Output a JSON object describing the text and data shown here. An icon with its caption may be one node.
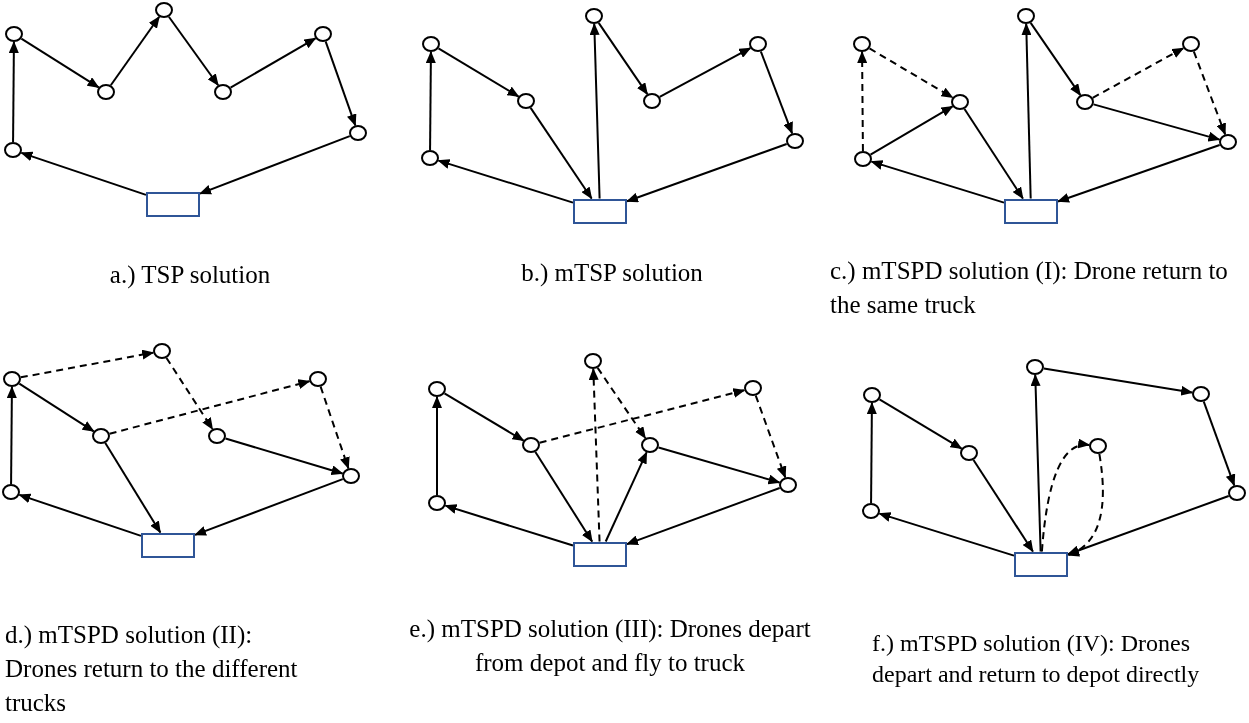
{
  "diagram": {
    "nodes": [
      {
        "text": [],
        "shape": "box"
      },
      {
        "text": [],
        "shape": "circle"
      },
      {
        "text": [],
        "shape": "circle"
      },
      {
        "text": [],
        "shape": "circle"
      },
      {
        "text": [],
        "shape": "circle"
      },
      {
        "text": [],
        "shape": "circle"
      },
      {
        "text": [],
        "shape": "circle"
      },
      {
        "text": [],
        "shape": "circle"
      },
      {
        "text": [],
        "shape": "box"
      },
      {
        "text": [],
        "shape": "circle"
      },
      {
        "text": [],
        "shape": "circle"
      },
      {
        "text": [],
        "shape": "circle"
      },
      {
        "text": [],
        "shape": "circle"
      },
      {
        "text": [],
        "shape": "circle"
      },
      {
        "text": [],
        "shape": "circle"
      },
      {
        "text": [],
        "shape": "circle"
      },
      {
        "text": [],
        "shape": "box"
      },
      {
        "text": [],
        "shape": "circle"
      },
      {
        "text": [],
        "shape": "circle"
      },
      {
        "text": [],
        "shape": "circle"
      },
      {
        "text": [],
        "shape": "circle"
      },
      {
        "text": [],
        "shape": "circle"
      },
      {
        "text": [],
        "shape": "circle"
      },
      {
        "text": [],
        "shape": "circle"
      },
      {
        "text": [],
        "shape": "box"
      },
      {
        "text": [],
        "shape": "circle"
      },
      {
        "text": [],
        "shape": "circle"
      },
      {
        "text": [],
        "shape": "circle"
      },
      {
        "text": [],
        "shape": "circle"
      },
      {
        "text": [],
        "shape": "circle"
      },
      {
        "text": [],
        "shape": "circle"
      },
      {
        "text": [],
        "shape": "circle"
      },
      {
        "text": [],
        "shape": "box"
      },
      {
        "text": [],
        "shape": "circle"
      },
      {
        "text": [],
        "shape": "circle"
      },
      {
        "text": [],
        "shape": "circle"
      },
      {
        "text": [],
        "shape": "circle"
      },
      {
        "text": [],
        "shape": "circle"
      },
      {
        "text": [],
        "shape": "circle"
      },
      {
        "text": [],
        "shape": "circle"
      },
      {
        "text": [],
        "shape": "box"
      },
      {
        "text": [],
        "shape": "circle"
      },
      {
        "text": [],
        "shape": "circle"
      },
      {
        "text": [],
        "shape": "circle"
      },
      {
        "text": [],
        "shape": "circle"
      },
      {
        "text": [],
        "shape": "circle"
      },
      {
        "text": [],
        "shape": "circle"
      },
      {
        "text": [],
        "shape": "circle"
      }
    ],
    "edges": [
      {
        "from": 0,
        "to": 1,
        "arrow": "to"
      },
      {
        "from": 1,
        "to": 2,
        "arrow": "to"
      },
      {
        "from": 2,
        "to": 3,
        "arrow": "to"
      },
      {
        "from": 3,
        "to": 4,
        "arrow": "to"
      },
      {
        "from": 4,
        "to": 5,
        "arrow": "to"
      },
      {
        "from": 5,
        "to": 6,
        "arrow": "to"
      },
      {
        "from": 6,
        "to": 7,
        "arrow": "to"
      },
      {
        "from": 7,
        "to": 0,
        "arrow": "to"
      },
      {
        "from": 8,
        "to": 9,
        "arrow": "to"
      },
      {
        "from": 9,
        "to": 10,
        "arrow": "to"
      },
      {
        "from": 10,
        "to": 11,
        "arrow": "to"
      },
      {
        "from": 11,
        "to": 8,
        "arrow": "to"
      },
      {
        "from": 8,
        "to": 12,
        "arrow": "to"
      },
      {
        "from": 12,
        "to": 13,
        "arrow": "to"
      },
      {
        "from": 13,
        "to": 14,
        "arrow": "to"
      },
      {
        "from": 14,
        "to": 15,
        "arrow": "to"
      },
      {
        "from": 15,
        "to": 8,
        "arrow": "to"
      },
      {
        "from": 16,
        "to": 18,
        "arrow": "to"
      },
      {
        "from": 18,
        "to": 19,
        "arrow": "to"
      },
      {
        "from": 18,
        "to": 17,
        "arrow": "to",
        "style": "dashed"
      },
      {
        "from": 17,
        "to": 19,
        "arrow": "to",
        "style": "dashed"
      },
      {
        "from": 19,
        "to": 16,
        "arrow": "to"
      },
      {
        "from": 16,
        "to": 20,
        "arrow": "to"
      },
      {
        "from": 20,
        "to": 21,
        "arrow": "to"
      },
      {
        "from": 21,
        "to": 22,
        "arrow": "to",
        "style": "dashed"
      },
      {
        "from": 22,
        "to": 23,
        "arrow": "to",
        "style": "dashed"
      },
      {
        "from": 21,
        "to": 23,
        "arrow": "to"
      },
      {
        "from": 23,
        "to": 16,
        "arrow": "to"
      },
      {
        "from": 24,
        "to": 26,
        "arrow": "to"
      },
      {
        "from": 26,
        "to": 25,
        "arrow": "to"
      },
      {
        "from": 25,
        "to": 27,
        "arrow": "to"
      },
      {
        "from": 25,
        "to": 28,
        "arrow": "to",
        "style": "dashed"
      },
      {
        "from": 28,
        "to": 29,
        "arrow": "to",
        "style": "dashed"
      },
      {
        "from": 27,
        "to": 30,
        "arrow": "to",
        "style": "dashed"
      },
      {
        "from": 30,
        "to": 31,
        "arrow": "to",
        "style": "dashed"
      },
      {
        "from": 29,
        "to": 31,
        "arrow": "to"
      },
      {
        "from": 27,
        "to": 24,
        "arrow": "to"
      },
      {
        "from": 31,
        "to": 24,
        "arrow": "to"
      },
      {
        "from": 32,
        "to": 34,
        "arrow": "to"
      },
      {
        "from": 34,
        "to": 33,
        "arrow": "to"
      },
      {
        "from": 33,
        "to": 35,
        "arrow": "to"
      },
      {
        "from": 35,
        "to": 32,
        "arrow": "to"
      },
      {
        "from": 35,
        "to": 38,
        "arrow": "to",
        "style": "dashed"
      },
      {
        "from": 32,
        "to": 36,
        "arrow": "to",
        "style": "dashed"
      },
      {
        "from": 36,
        "to": 37,
        "arrow": "to",
        "style": "dashed"
      },
      {
        "from": 32,
        "to": 37,
        "arrow": "to"
      },
      {
        "from": 37,
        "to": 39,
        "arrow": "to"
      },
      {
        "from": 38,
        "to": 39,
        "arrow": "to",
        "style": "dashed"
      },
      {
        "from": 39,
        "to": 32,
        "arrow": "to"
      },
      {
        "from": 40,
        "to": 42,
        "arrow": "to"
      },
      {
        "from": 42,
        "to": 41,
        "arrow": "to"
      },
      {
        "from": 41,
        "to": 43,
        "arrow": "to"
      },
      {
        "from": 43,
        "to": 40,
        "arrow": "to"
      },
      {
        "from": 40,
        "to": 44,
        "arrow": "to"
      },
      {
        "from": 44,
        "to": 46,
        "arrow": "to"
      },
      {
        "from": 46,
        "to": 47,
        "arrow": "to"
      },
      {
        "from": 47,
        "to": 40,
        "arrow": "to"
      },
      {
        "from": 40,
        "to": 45,
        "arrow": "to",
        "style": "dashed"
      },
      {
        "from": 45,
        "to": 40,
        "arrow": "to",
        "style": "dashed"
      }
    ],
    "labels": [
      "a.) TSP solution",
      "b.) mTSP solution",
      "c.) mTSPD solution (I): Drone return to the same truck",
      "d.) mTSPD solution (II): Drones return to the different trucks",
      "e.) mTSPD solution (III): Drones depart from depot and fly to truck",
      "f.) mTSPD solution (IV): Drones depart and return to depot directly"
    ]
  }
}
